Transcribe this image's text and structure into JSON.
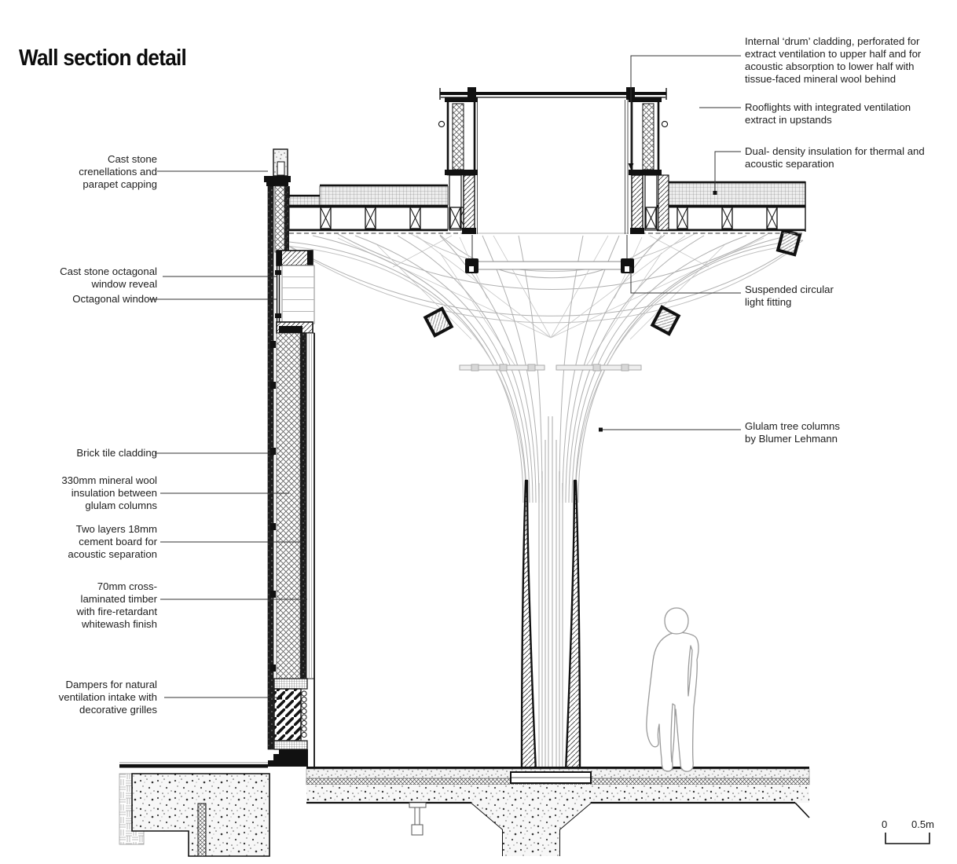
{
  "title": "Wall section detail",
  "annotations": {
    "left": [
      {
        "id": "crenellations",
        "text": "Cast stone\ncrenellations and\nparapet capping"
      },
      {
        "id": "window-reveal",
        "text": "Cast stone octagonal\nwindow reveal"
      },
      {
        "id": "octagonal-window",
        "text": "Octagonal window"
      },
      {
        "id": "brick-tile",
        "text": "Brick tile cladding"
      },
      {
        "id": "mineral-wool",
        "text": "330mm mineral wool\ninsulation between\nglulam columns"
      },
      {
        "id": "cement-board",
        "text": "Two layers 18mm\ncement board for\nacoustic separation"
      },
      {
        "id": "clt",
        "text": "70mm cross-\nlaminated timber\nwith fire-retardant\nwhitewash finish"
      },
      {
        "id": "dampers",
        "text": "Dampers for natural\nventilation intake with\ndecorative grilles"
      }
    ],
    "right": [
      {
        "id": "drum-cladding",
        "text": "Internal ‘drum’ cladding, perforated for\nextract ventilation to upper half and for\nacoustic absorption to lower half with\ntissue-faced mineral wool behind"
      },
      {
        "id": "rooflights",
        "text": "Rooflights with integrated ventilation\nextract in upstands"
      },
      {
        "id": "dual-density",
        "text": "Dual- density insulation for thermal and\nacoustic separation"
      },
      {
        "id": "suspended-light",
        "text": "Suspended circular\nlight fitting"
      },
      {
        "id": "glulam-columns",
        "text": "Glulam tree columns\nby Blumer Lehmann"
      }
    ]
  },
  "scale_bar": {
    "start": "0",
    "end": "0.5m"
  },
  "colors": {
    "ink": "#111111",
    "tree_line": "#b0b0b0",
    "label": "#202020",
    "background": "#ffffff"
  }
}
